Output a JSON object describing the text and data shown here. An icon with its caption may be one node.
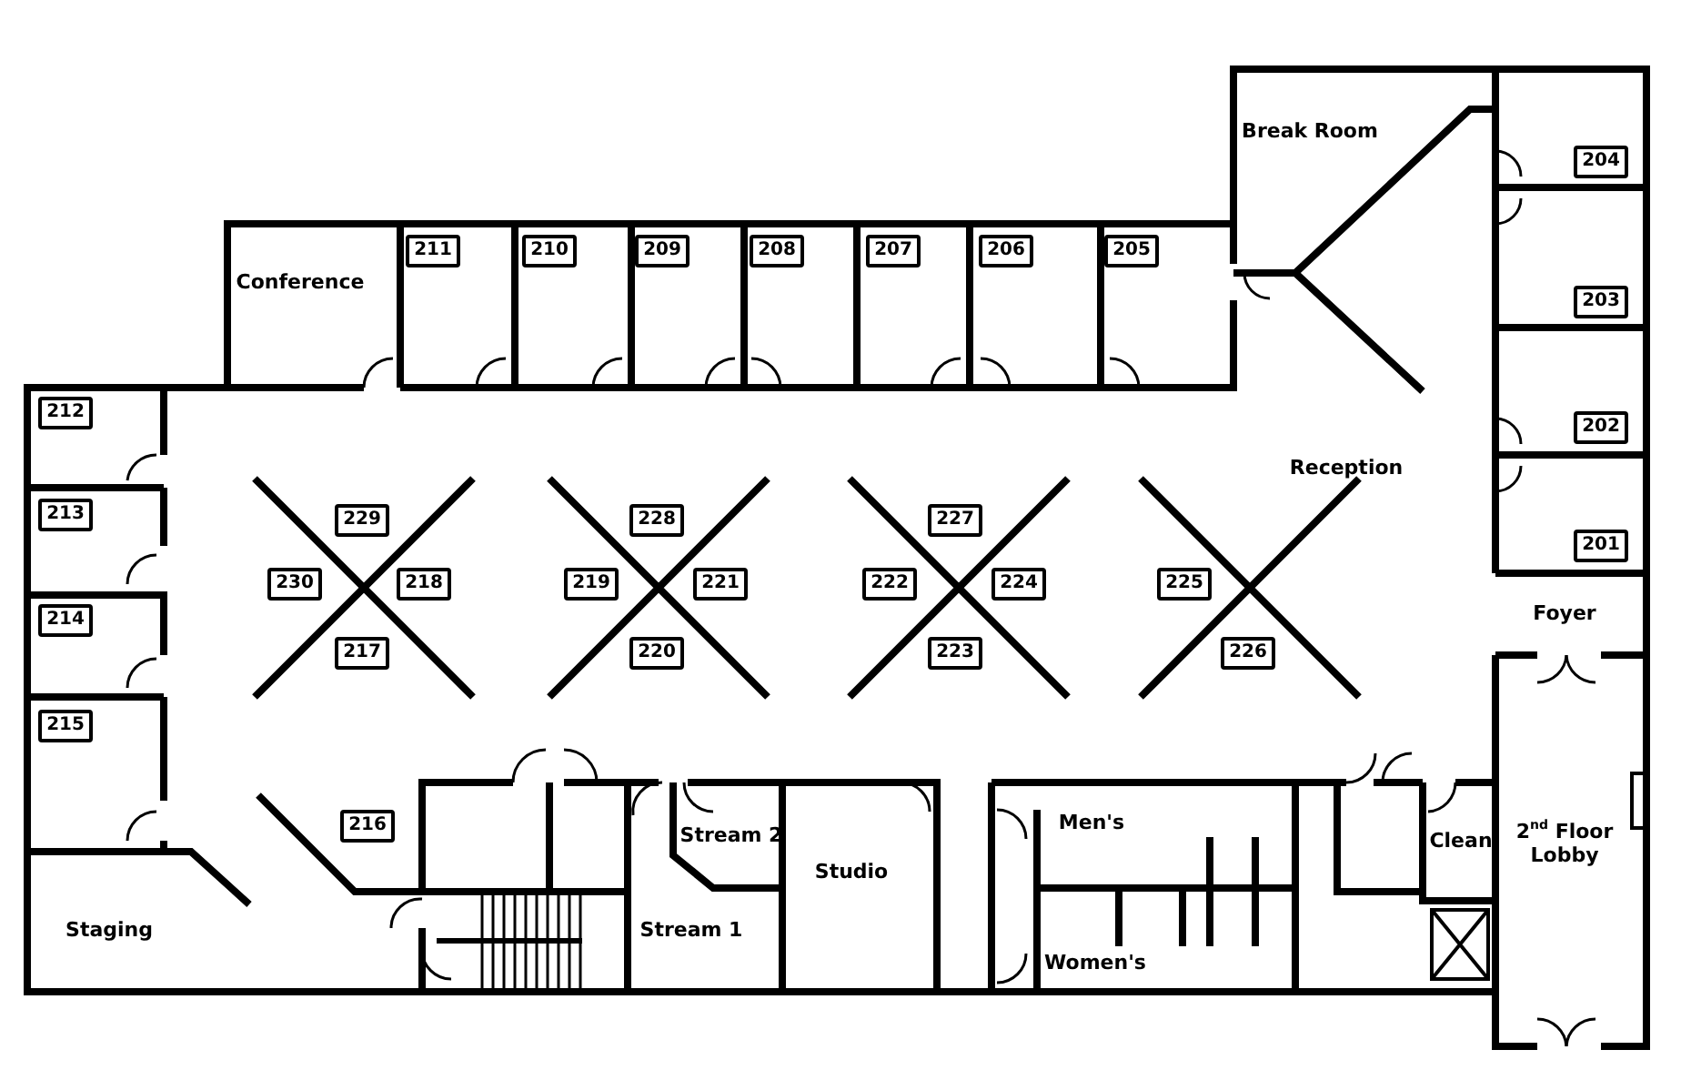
{
  "diagram": {
    "nodes": [
      {
        "text": [
          "204"
        ]
      },
      {
        "text": [
          "211"
        ]
      },
      {
        "text": [
          "210"
        ]
      },
      {
        "text": [
          "209"
        ]
      },
      {
        "text": [
          "208"
        ]
      },
      {
        "text": [
          "207"
        ]
      },
      {
        "text": [
          "206"
        ]
      },
      {
        "text": [
          "205"
        ]
      },
      {
        "text": [
          "203"
        ]
      },
      {
        "text": [
          "212"
        ]
      },
      {
        "text": [
          "202"
        ]
      },
      {
        "text": [
          "213"
        ]
      },
      {
        "text": [
          "229"
        ]
      },
      {
        "text": [
          "228"
        ]
      },
      {
        "text": [
          "227"
        ]
      },
      {
        "text": [
          "201"
        ]
      },
      {
        "text": [
          "230"
        ]
      },
      {
        "text": [
          "218"
        ]
      },
      {
        "text": [
          "219"
        ]
      },
      {
        "text": [
          "221"
        ]
      },
      {
        "text": [
          "222"
        ]
      },
      {
        "text": [
          "224"
        ]
      },
      {
        "text": [
          "225"
        ]
      },
      {
        "text": [
          "214"
        ]
      },
      {
        "text": [
          "217"
        ]
      },
      {
        "text": [
          "220"
        ]
      },
      {
        "text": [
          "223"
        ]
      },
      {
        "text": [
          "226"
        ]
      },
      {
        "text": [
          "215"
        ]
      },
      {
        "text": [
          "216"
        ]
      }
    ],
    "labels": [
      "Break Room",
      "Conference",
      "Reception",
      "Foyer",
      "Men's",
      "2$^{nd}$ Floor Lobby",
      "Stream 2",
      "Clean",
      "Studio",
      "Staging",
      "Stream 1",
      "Women's"
    ]
  }
}
